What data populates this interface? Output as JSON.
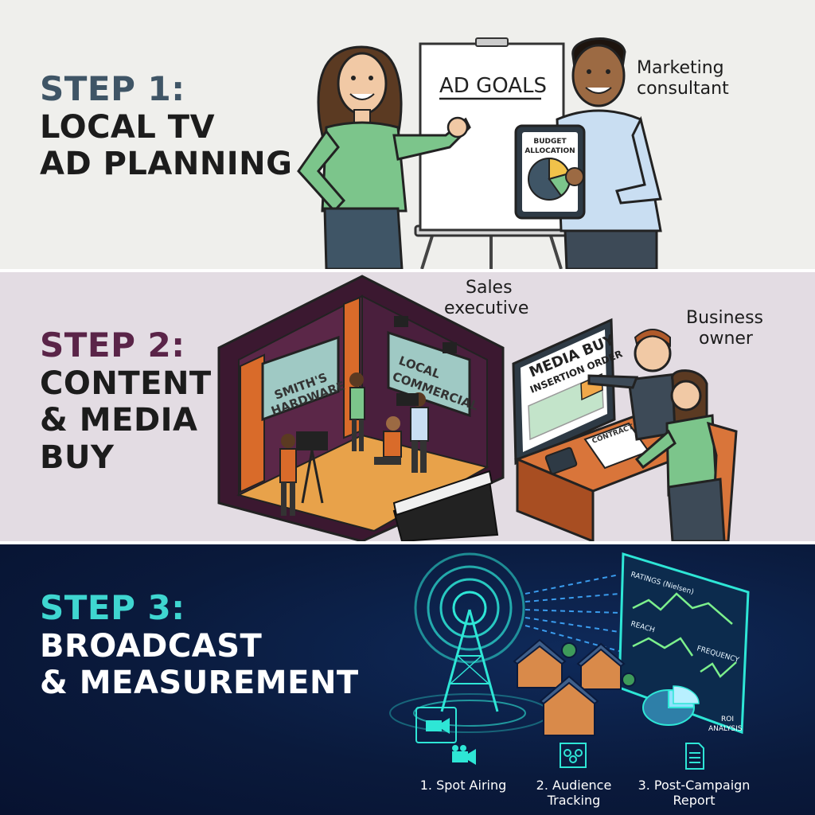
{
  "step1": {
    "step": "STEP 1:",
    "lines": [
      "LOCAL TV",
      "AD PLANNING"
    ],
    "board_title": "AD GOALS",
    "tablet_line1": "BUDGET",
    "tablet_line2": "ALLOCATION",
    "role": [
      "Marketing",
      "consultant"
    ]
  },
  "step2": {
    "step": "STEP 2:",
    "lines": [
      "CONTENT",
      "& MEDIA",
      "BUY"
    ],
    "sign_left": [
      "SMITH'S",
      "HARDWARE"
    ],
    "sign_right": [
      "LOCAL",
      "COMMERCIAL"
    ],
    "screen_title": "MEDIA BUY",
    "screen_subtitle": "INSERTION ORDER",
    "contract": "CONTRACT",
    "role_sales": [
      "Sales",
      "executive"
    ],
    "role_owner": [
      "Business",
      "owner"
    ]
  },
  "step3": {
    "step": "STEP 3:",
    "lines": [
      "BROADCAST",
      "& MEASUREMENT"
    ],
    "dashboard_ratings": "RATINGS (Nielsen)",
    "dashboard_reach": "REACH",
    "dashboard_frequency": "FREQUENCY",
    "roi": [
      "ROI",
      "ANALYSIS"
    ],
    "items": [
      {
        "lines": [
          "1. Spot Airing"
        ],
        "icon": "video-camera-icon"
      },
      {
        "lines": [
          "2. Audience",
          "Tracking"
        ],
        "icon": "audience-icon"
      },
      {
        "lines": [
          "3. Post-Campaign",
          "Report"
        ],
        "icon": "report-icon"
      }
    ]
  },
  "colors": {
    "step1_accent": "#3f5566",
    "step2_accent": "#5a2448",
    "step3_accent": "#3fd6d0",
    "panel3_bg": "#0a1a3c",
    "neon": "#2ee6d6"
  }
}
